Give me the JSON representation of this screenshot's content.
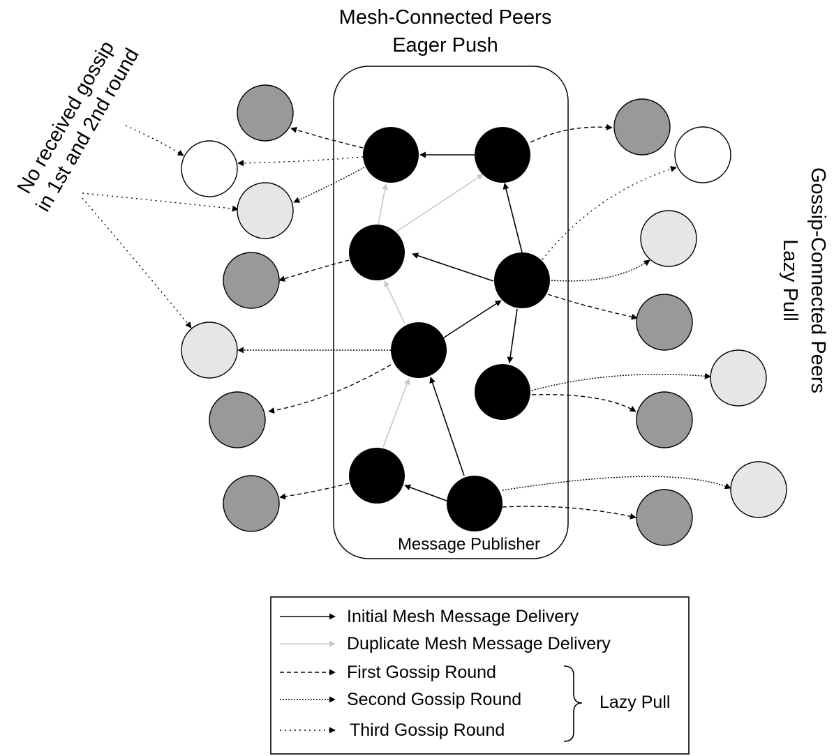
{
  "title": {
    "line1": "Mesh-Connected Peers",
    "line2": "Eager Push"
  },
  "right_label": {
    "line1": "Gossip-Connected Peers",
    "line2": "Lazy Pull"
  },
  "left_label": {
    "line1": "No received gossip",
    "line2": "in 1st and 2nd round"
  },
  "publisher_label": "Message Publisher",
  "legend": {
    "items": [
      {
        "label": "Initial Mesh Message Delivery",
        "style": "solid"
      },
      {
        "label": "Duplicate Mesh Message Delivery",
        "style": "gray"
      },
      {
        "label": "First Gossip Round",
        "style": "dashed"
      },
      {
        "label": "Second Gossip Round",
        "style": "dense-dotted"
      },
      {
        "label": "Third Gossip Round",
        "style": "sparse-dotted"
      }
    ],
    "brace_label": "Lazy Pull"
  },
  "colors": {
    "mesh_node": "#000000",
    "first_round_node": "#999999",
    "second_round_node": "#e6e6e6",
    "third_round_node": "#ffffff",
    "duplicate_edge": "#c8c8c8"
  }
}
